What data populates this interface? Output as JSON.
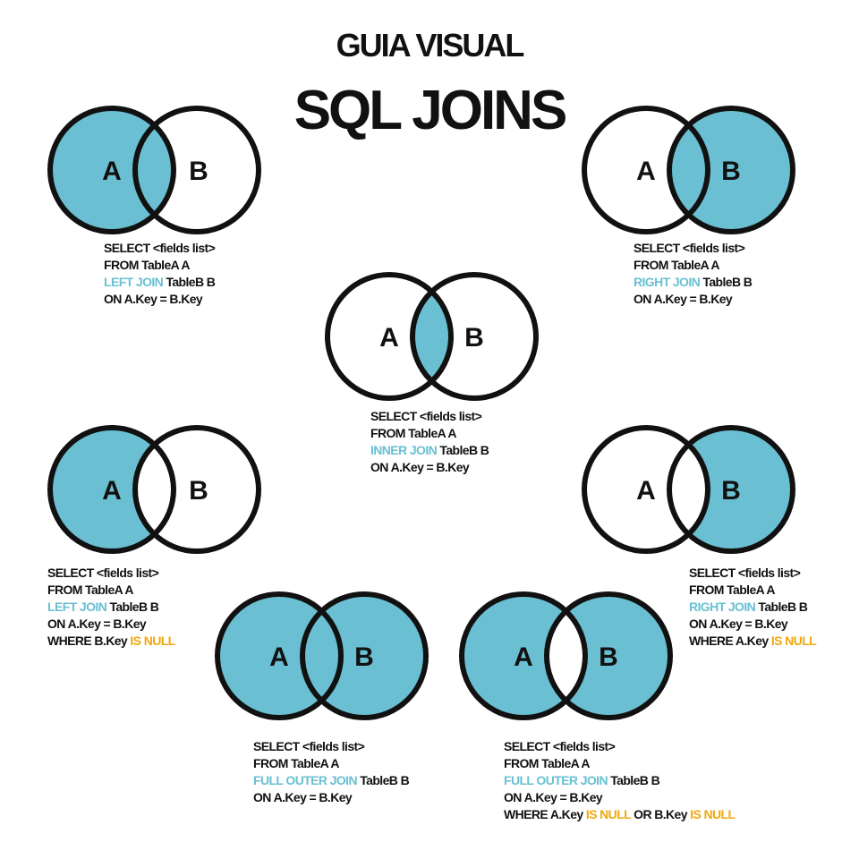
{
  "header": {
    "subtitle": "GUIA VISUAL",
    "title": "SQL JOINS"
  },
  "colors": {
    "fill": "#6ac0d2",
    "stroke": "#111111",
    "keyword_join": "#6ac0d2",
    "keyword_null": "#f0a80e"
  },
  "labels": {
    "a": "A",
    "b": "B"
  },
  "joins": [
    {
      "id": "left-join",
      "select": "SELECT <fields list>",
      "from": "FROM TableA A",
      "join_kw": "LEFT JOIN",
      "join_rest": " TableB B",
      "on": "ON A.Key = B.Key"
    },
    {
      "id": "right-join",
      "select": "SELECT <fields list>",
      "from": "FROM TableA A",
      "join_kw": "RIGHT JOIN",
      "join_rest": " TableB B",
      "on": "ON A.Key = B.Key"
    },
    {
      "id": "inner-join",
      "select": "SELECT <fields list>",
      "from": "FROM TableA A",
      "join_kw": "INNER JOIN",
      "join_rest": " TableB B",
      "on": "ON A.Key = B.Key"
    },
    {
      "id": "left-join-exclusive",
      "select": "SELECT <fields list>",
      "from": "FROM TableA A",
      "join_kw": "LEFT JOIN",
      "join_rest": " TableB B",
      "on": "ON A.Key = B.Key",
      "where_pre": "WHERE B.Key ",
      "where_null": "IS NULL"
    },
    {
      "id": "right-join-exclusive",
      "select": "SELECT <fields list>",
      "from": "FROM TableA A",
      "join_kw": "RIGHT JOIN",
      "join_rest": " TableB B",
      "on": "ON A.Key = B.Key",
      "where_pre": "WHERE A.Key ",
      "where_null": "IS NULL"
    },
    {
      "id": "full-outer-join",
      "select": "SELECT <fields list>",
      "from": "FROM TableA A",
      "join_kw": "FULL OUTER JOIN",
      "join_rest": " TableB B",
      "on": "ON A.Key = B.Key"
    },
    {
      "id": "full-outer-join-exclusive",
      "select": "SELECT <fields list>",
      "from": "FROM TableA A",
      "join_kw": "FULL OUTER JOIN",
      "join_rest": " TableB B",
      "on": "ON A.Key = B.Key",
      "where_pre": "WHERE A.Key ",
      "where_null": "IS NULL",
      "where_mid": " OR B.Key ",
      "where_null2": "IS NULL"
    }
  ]
}
